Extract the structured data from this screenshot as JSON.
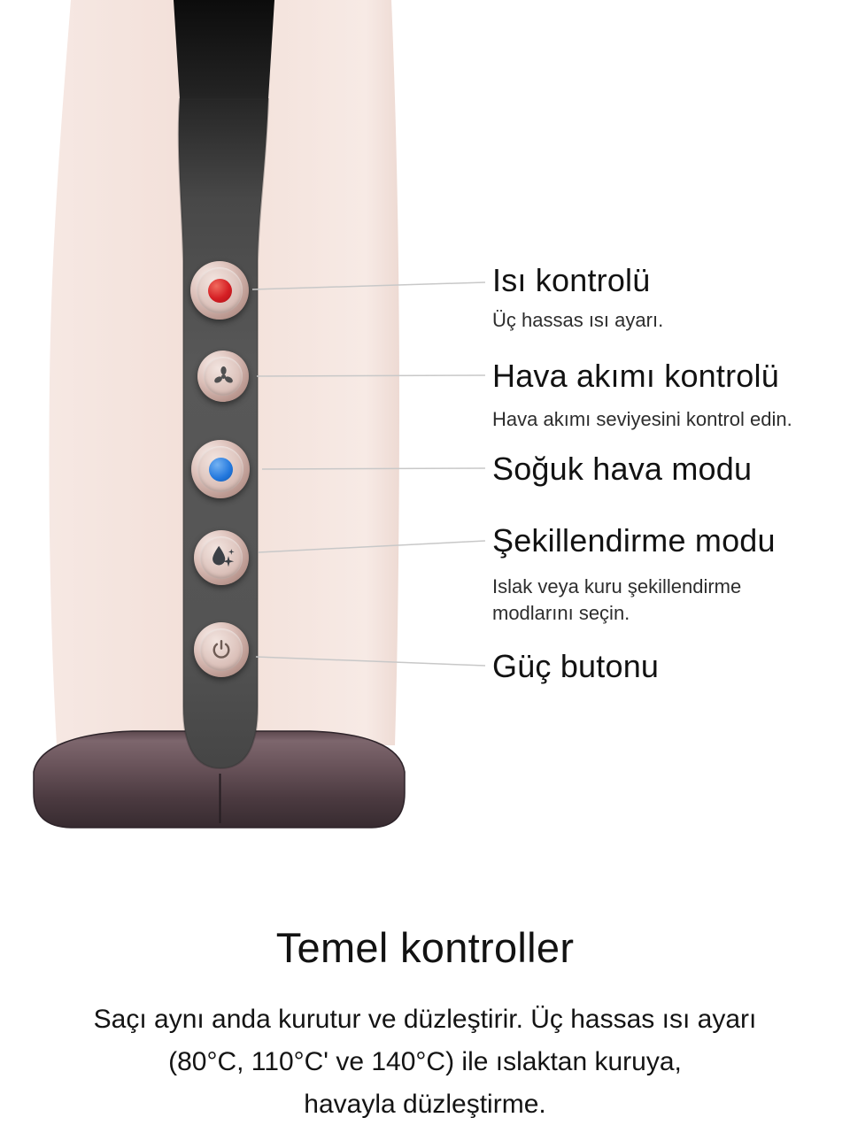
{
  "device": {
    "name": "hair-styler-front-view",
    "buttons": [
      {
        "id": "heat-control-button",
        "icon": "red-heat-indicator-dot"
      },
      {
        "id": "airflow-control-button",
        "icon": "fan-icon"
      },
      {
        "id": "cold-air-button",
        "icon": "blue-cold-indicator-dot"
      },
      {
        "id": "styling-mode-button",
        "icon": "droplet-sparkle-icon"
      },
      {
        "id": "power-button",
        "icon": "power-icon"
      }
    ]
  },
  "annotations": [
    {
      "title": "Isı kontrolü",
      "subtitle": "Üç hassas ısı ayarı."
    },
    {
      "title": "Hava akımı kontrolü",
      "subtitle": "Hava akımı seviyesini kontrol edin."
    },
    {
      "title": "Soğuk hava modu",
      "subtitle": ""
    },
    {
      "title": "Şekillendirme modu",
      "subtitle": "Islak veya kuru şekillendirme modlarını seçin."
    },
    {
      "title": "Güç butonu",
      "subtitle": ""
    }
  ],
  "footer": {
    "heading": "Temel kontroller",
    "lines": [
      "Saçı aynı anda kurutur ve düzleştirir. Üç hassas ısı ayarı",
      "(80°C, 110°C' ve 140°C) ile ıslaktan kuruya,",
      "havayla düzleştirme."
    ]
  },
  "colors": {
    "body_pink": "#f3e1da",
    "channel_gray": "#545454",
    "top_plate_black": "#141414",
    "base_plum": "#5a454c",
    "heat_red": "#d51f24",
    "cold_blue": "#2277dd",
    "leader_line": "#c8c8c8",
    "text": "#141414"
  }
}
